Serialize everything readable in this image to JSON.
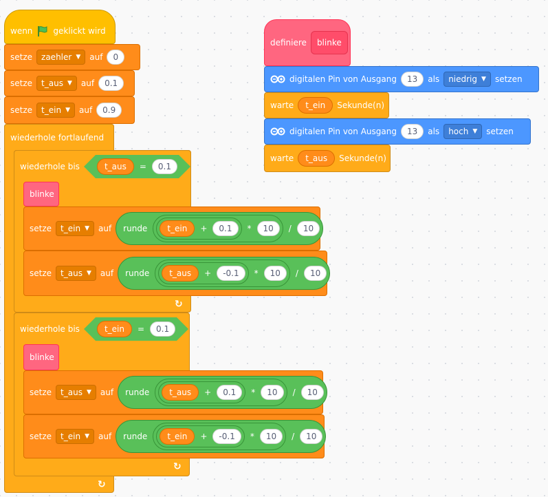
{
  "colors": {
    "events": "#ffbf00",
    "variables": "#ff8c1a",
    "control": "#ffab19",
    "operators": "#59c059",
    "my_blocks": "#ff6680",
    "arduino": "#4c97ff"
  },
  "main_script": {
    "hat": {
      "when": "wenn",
      "flag_icon": "green-flag-icon",
      "clicked": "geklickt wird"
    },
    "set1": {
      "label": "setze",
      "variable": "zaehler",
      "to": "auf",
      "value": "0"
    },
    "set2": {
      "label": "setze",
      "variable": "t_aus",
      "to": "auf",
      "value": "0.1"
    },
    "set3": {
      "label": "setze",
      "variable": "t_ein",
      "to": "auf",
      "value": "0.9"
    },
    "forever_label": "wiederhole fortlaufend",
    "loop1": {
      "label": "wiederhole bis",
      "cond_var": "t_aus",
      "cond_op": "=",
      "cond_val": "0.1",
      "call": "blinke",
      "set_a": {
        "label": "setze",
        "variable": "t_ein",
        "to": "auf",
        "round": "runde",
        "var": "t_ein",
        "plus": "+",
        "delta": "0.1",
        "times": "*",
        "mult": "10",
        "div": "/",
        "divisor": "10"
      },
      "set_b": {
        "label": "setze",
        "variable": "t_aus",
        "to": "auf",
        "round": "runde",
        "var": "t_aus",
        "plus": "+",
        "delta": "-0.1",
        "times": "*",
        "mult": "10",
        "div": "/",
        "divisor": "10"
      }
    },
    "loop2": {
      "label": "wiederhole bis",
      "cond_var": "t_ein",
      "cond_op": "=",
      "cond_val": "0.1",
      "call": "blinke",
      "set_a": {
        "label": "setze",
        "variable": "t_aus",
        "to": "auf",
        "round": "runde",
        "var": "t_aus",
        "plus": "+",
        "delta": "0.1",
        "times": "*",
        "mult": "10",
        "div": "/",
        "divisor": "10"
      },
      "set_b": {
        "label": "setze",
        "variable": "t_ein",
        "to": "auf",
        "round": "runde",
        "var": "t_ein",
        "plus": "+",
        "delta": "-0.1",
        "times": "*",
        "mult": "10",
        "div": "/",
        "divisor": "10"
      }
    }
  },
  "define_script": {
    "define_label": "definiere",
    "proc_name": "blinke",
    "pin1": {
      "text": "digitalen Pin von Ausgang",
      "pin": "13",
      "as": "als",
      "level": "niedrig",
      "set": "setzen",
      "icon": "arduino-icon"
    },
    "wait1": {
      "label": "warte",
      "var": "t_ein",
      "unit": "Sekunde(n)"
    },
    "pin2": {
      "text": "digitalen Pin von Ausgang",
      "pin": "13",
      "as": "als",
      "level": "hoch",
      "set": "setzen",
      "icon": "arduino-icon"
    },
    "wait2": {
      "label": "warte",
      "var": "t_aus",
      "unit": "Sekunde(n)"
    }
  }
}
